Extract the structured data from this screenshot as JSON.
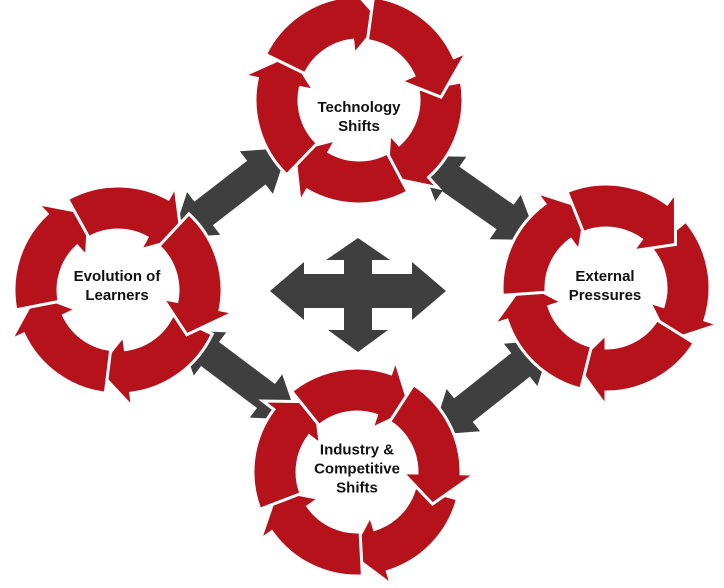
{
  "colors": {
    "cycle_red": "#B5121B",
    "arrow_outline": "#ffffff",
    "connector_gray": "#3F3F3F",
    "label_text": "#111111"
  },
  "cycles": [
    {
      "id": "technology",
      "lines": [
        "Technology",
        "Shifts"
      ]
    },
    {
      "id": "evolution",
      "lines": [
        "Evolution of",
        "Learners"
      ]
    },
    {
      "id": "external",
      "lines": [
        "External",
        "Pressures"
      ]
    },
    {
      "id": "industry",
      "lines": [
        "Industry &",
        "Competitive",
        "Shifts"
      ]
    }
  ],
  "connectors": [
    {
      "id": "technology-evolution",
      "type": "double-headed-arrow"
    },
    {
      "id": "technology-external",
      "type": "double-headed-arrow"
    },
    {
      "id": "evolution-industry",
      "type": "double-headed-arrow"
    },
    {
      "id": "external-industry",
      "type": "double-headed-arrow"
    }
  ],
  "center": {
    "type": "four-way-arrow"
  }
}
